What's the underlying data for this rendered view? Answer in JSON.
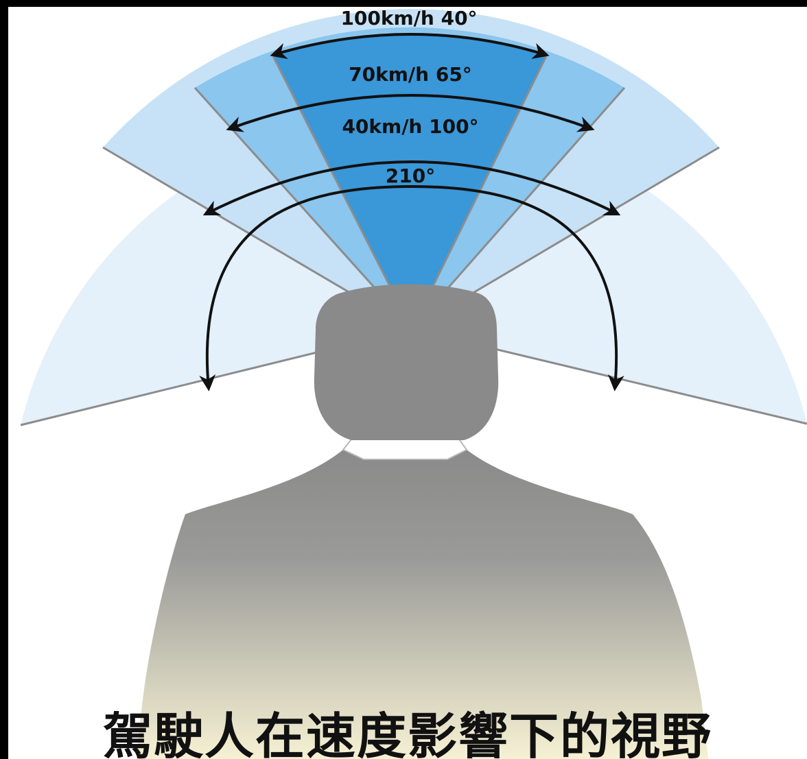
{
  "labels": {
    "speed_100": "100km/h 40°",
    "speed_70": "70km/h 65°",
    "speed_40": "40km/h 100°",
    "static": "210°"
  },
  "caption": "駕駛人在速度影響下的視野",
  "colors": {
    "frame": "#000000",
    "background": "#ffffff",
    "zone_210": "#e4f0fa",
    "zone_100": "#c7e2f6",
    "zone_65": "#8ac6ee",
    "zone_40": "#3a97d8",
    "divider": "#8c8c8c",
    "arrow": "#111111",
    "head": "#8a8a8a",
    "body_top": "#8a8a8a",
    "body_bottom": "#f5f0d2"
  }
}
